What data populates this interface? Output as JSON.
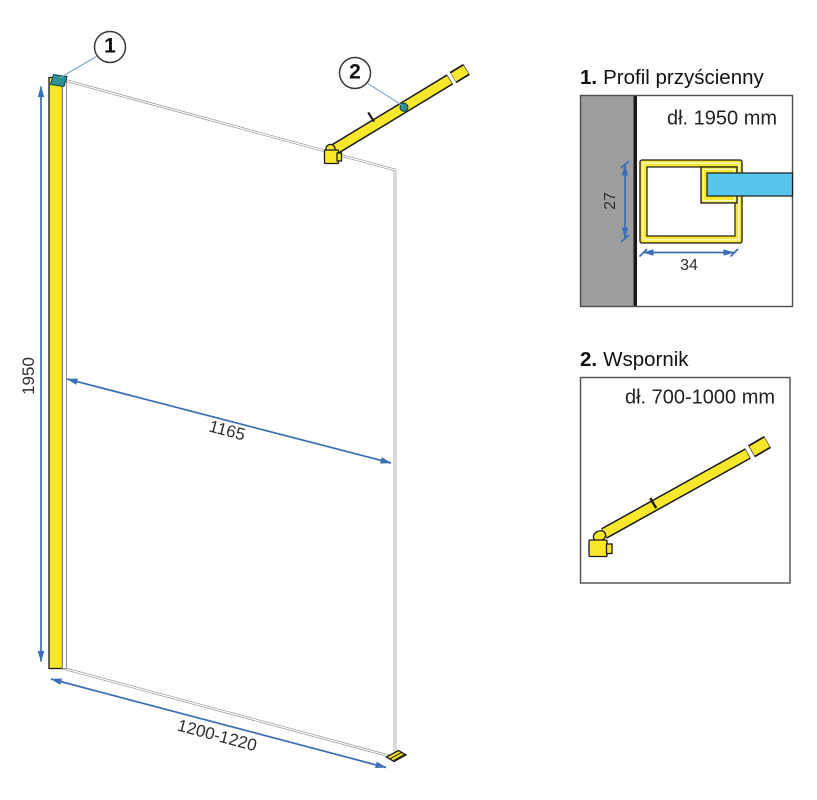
{
  "colors": {
    "accent_yellow": "#F9E72C",
    "dimension_blue": "#3A6EB5",
    "glass_cyan": "#56C6EE",
    "wall_gray": "#9D9D9D",
    "teal_marker": "#2F9096"
  },
  "main_drawing": {
    "callout_1": "1",
    "callout_2": "2",
    "height_dim": "1950",
    "glass_width_dim": "1165",
    "total_width_dim": "1200-1220"
  },
  "details": [
    {
      "number": "1.",
      "title": "Profil przyścienny",
      "length": "dł. 1950 mm",
      "depth_dim": "27",
      "width_dim": "34"
    },
    {
      "number": "2.",
      "title": "Wspornik",
      "length": "dł. 700-1000 mm"
    }
  ]
}
